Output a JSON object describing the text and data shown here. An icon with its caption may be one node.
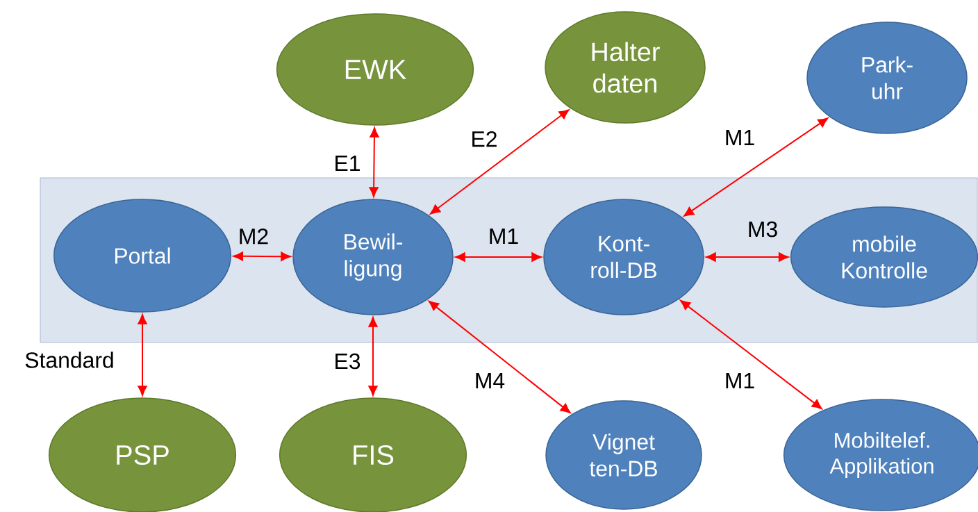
{
  "diagram": {
    "nodes": [
      {
        "text": [],
        "shape": "box"
      },
      {
        "text": [
          "EWK"
        ]
      },
      {
        "text": [
          "Halter daten"
        ]
      },
      {
        "text": [
          "Park- uhr"
        ]
      },
      {
        "text": [
          "Portal"
        ],
        "in": 0
      },
      {
        "text": [
          "Bewil- ligung"
        ],
        "in": 0
      },
      {
        "text": [
          "Kont- roll-DB"
        ],
        "in": 0
      },
      {
        "text": [
          "mobile Kontrolle"
        ],
        "in": 0
      },
      {
        "text": [
          "PSP"
        ]
      },
      {
        "text": [
          "FIS"
        ]
      },
      {
        "text": [
          "Vignet ten-DB"
        ]
      },
      {
        "text": [
          "Mobiltelef. Applikation"
        ]
      }
    ],
    "edges": [
      {
        "from": 5,
        "to": 1,
        "arrow": "both",
        "label": "E1"
      },
      {
        "from": 5,
        "to": 2,
        "arrow": "both",
        "label": "E2"
      },
      {
        "from": 6,
        "to": 3,
        "arrow": "both",
        "label": "M1"
      },
      {
        "from": 4,
        "to": 5,
        "arrow": "both",
        "label": "M2"
      },
      {
        "from": 5,
        "to": 6,
        "arrow": "both",
        "label": "M1"
      },
      {
        "from": 6,
        "to": 7,
        "arrow": "both",
        "label": "M3"
      },
      {
        "from": 4,
        "to": 8,
        "arrow": "both",
        "label": "Standard"
      },
      {
        "from": 5,
        "to": 9,
        "arrow": "both",
        "label": "E3"
      },
      {
        "from": 5,
        "to": 10,
        "arrow": "both",
        "label": "M4"
      },
      {
        "from": 6,
        "to": 11,
        "arrow": "both",
        "label": "M1"
      }
    ]
  }
}
